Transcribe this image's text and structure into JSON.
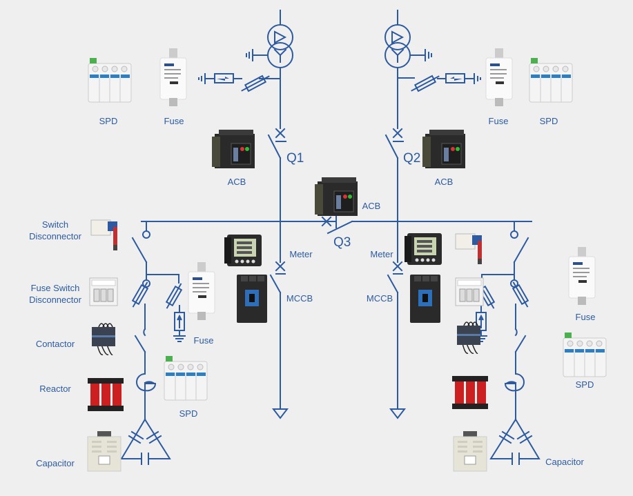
{
  "colors": {
    "line": "#2c5aa0",
    "text": "#2c5aa0",
    "background": "#efeff0"
  },
  "breakers": {
    "q1": "Q1",
    "q2": "Q2",
    "q3": "Q3"
  },
  "labels": {
    "spd_top_left": "SPD",
    "fuse_top_left": "Fuse",
    "acb_left": "ACB",
    "acb_right": "ACB",
    "acb_center": "ACB",
    "fuse_top_right": "Fuse",
    "spd_top_right": "SPD",
    "switch_disconnector": [
      "Switch",
      "Disconnector"
    ],
    "meter_left": "Meter",
    "meter_right": "Meter",
    "mccb_left": "MCCB",
    "mccb_right": "MCCB",
    "fuse_switch_disconnector": [
      "Fuse Switch",
      "Disconnector"
    ],
    "fuse_mid_left": "Fuse",
    "contactor": "Contactor",
    "reactor": "Reactor",
    "spd_mid_left": "SPD",
    "capacitor_left": "Capacitor",
    "fuse_mid_right": "Fuse",
    "spd_mid_right": "SPD",
    "capacitor_right": "Capacitor"
  }
}
